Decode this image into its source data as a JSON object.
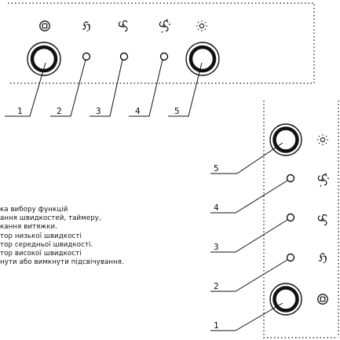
{
  "callouts": {
    "top": [
      "1",
      "2",
      "3",
      "4",
      "5"
    ],
    "side": [
      "5",
      "4",
      "3",
      "2",
      "1"
    ]
  },
  "icons": {
    "power": "power-button-icon",
    "fan_low": "fan-speed-1-icon",
    "fan_mid": "fan-speed-2-icon",
    "fan_high": "fan-speed-3-icon",
    "light": "light-sun-icon"
  },
  "legend": {
    "lines": [
      "ка вибору функцій",
      "ання швидкостей, таймеру,",
      "кання витяжки.",
      "тор низької швидкості",
      "тор середньої швидкості.",
      "тор високої швидкості",
      "нути або вимкнути підсвічування."
    ]
  },
  "colors": {
    "ink": "#111111",
    "background": "#ffffff"
  }
}
